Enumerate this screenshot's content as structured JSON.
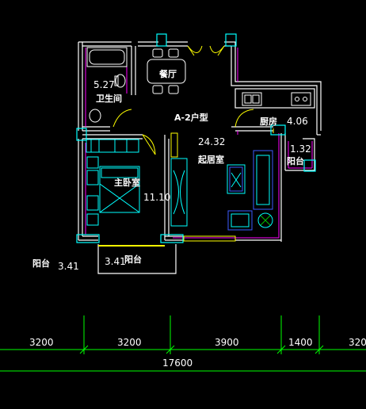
{
  "plan": {
    "type_label": "A-2户型",
    "rooms": {
      "dining": {
        "name": "餐厅"
      },
      "bath": {
        "name": "卫生间",
        "area": "5.27"
      },
      "kitchen": {
        "name": "厨房",
        "area": "4.06"
      },
      "living": {
        "name": "起居室",
        "area": "24.32"
      },
      "master": {
        "name": "主卧室",
        "area": "11.10"
      },
      "balcony_small": {
        "name": "阳台",
        "area": "1.32"
      },
      "balcony_bottom": {
        "name": "阳台",
        "area": "3.41"
      },
      "balcony_left": {
        "name": "阳台",
        "area": "3.41"
      }
    },
    "dimensions": {
      "segments": [
        "3200",
        "3200",
        "3900",
        "1400",
        "320"
      ],
      "total": "17600"
    }
  },
  "colors": {
    "wall": "#ffffff",
    "wall_inner": "#ff00ff",
    "furniture": "#00ffff",
    "dim_line": "#00ff00",
    "fixture": "#ffffff",
    "blue": "#3b5bff",
    "yellow": "#ffff00",
    "green": "#00c000"
  }
}
